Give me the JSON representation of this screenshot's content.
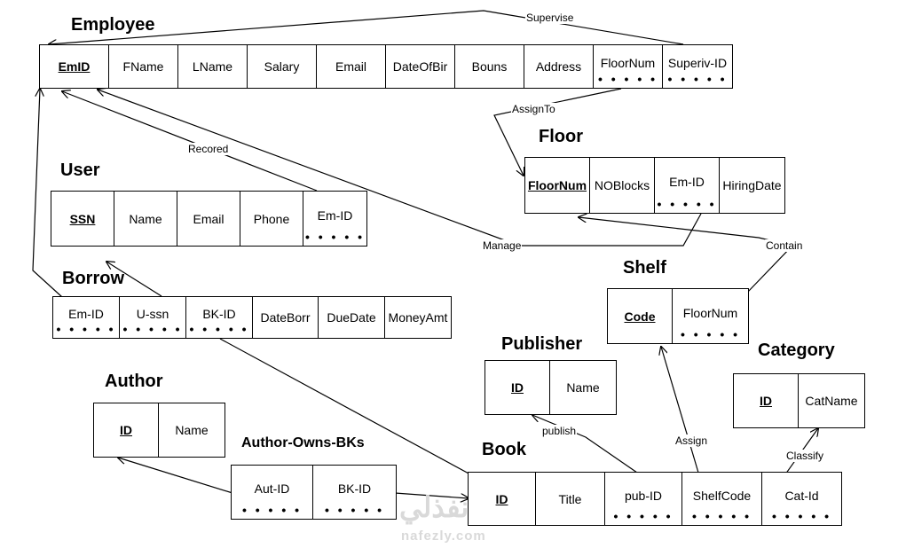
{
  "entities": {
    "employee": {
      "title": "Employee",
      "fields": [
        {
          "name": "EmID",
          "pk": true,
          "fk": false
        },
        {
          "name": "FName",
          "pk": false,
          "fk": false
        },
        {
          "name": "LName",
          "pk": false,
          "fk": false
        },
        {
          "name": "Salary",
          "pk": false,
          "fk": false
        },
        {
          "name": "Email",
          "pk": false,
          "fk": false
        },
        {
          "name": "DateOfBir",
          "pk": false,
          "fk": false
        },
        {
          "name": "Bouns",
          "pk": false,
          "fk": false
        },
        {
          "name": "Address",
          "pk": false,
          "fk": false
        },
        {
          "name": "FloorNum",
          "pk": false,
          "fk": true
        },
        {
          "name": "Superiv-ID",
          "pk": false,
          "fk": true
        }
      ]
    },
    "user": {
      "title": "User",
      "fields": [
        {
          "name": "SSN",
          "pk": true,
          "fk": false
        },
        {
          "name": "Name",
          "pk": false,
          "fk": false
        },
        {
          "name": "Email",
          "pk": false,
          "fk": false
        },
        {
          "name": "Phone",
          "pk": false,
          "fk": false
        },
        {
          "name": "Em-ID",
          "pk": false,
          "fk": true
        }
      ]
    },
    "borrow": {
      "title": "Borrow",
      "fields": [
        {
          "name": "Em-ID",
          "pk": false,
          "fk": true
        },
        {
          "name": "U-ssn",
          "pk": false,
          "fk": true
        },
        {
          "name": "BK-ID",
          "pk": false,
          "fk": true
        },
        {
          "name": "DateBorr",
          "pk": false,
          "fk": false
        },
        {
          "name": "DueDate",
          "pk": false,
          "fk": false
        },
        {
          "name": "MoneyAmt",
          "pk": false,
          "fk": false
        }
      ]
    },
    "floor": {
      "title": "Floor",
      "fields": [
        {
          "name": "FloorNum",
          "pk": true,
          "fk": false
        },
        {
          "name": "NOBlocks",
          "pk": false,
          "fk": false
        },
        {
          "name": "Em-ID",
          "pk": false,
          "fk": true
        },
        {
          "name": "HiringDate",
          "pk": false,
          "fk": false
        }
      ]
    },
    "shelf": {
      "title": "Shelf",
      "fields": [
        {
          "name": "Code",
          "pk": true,
          "fk": false
        },
        {
          "name": "FloorNum",
          "pk": false,
          "fk": true
        }
      ]
    },
    "publisher": {
      "title": "Publisher",
      "fields": [
        {
          "name": "ID",
          "pk": true,
          "fk": false
        },
        {
          "name": "Name",
          "pk": false,
          "fk": false
        }
      ]
    },
    "category": {
      "title": "Category",
      "fields": [
        {
          "name": "ID",
          "pk": true,
          "fk": false
        },
        {
          "name": "CatName",
          "pk": false,
          "fk": false
        }
      ]
    },
    "author": {
      "title": "Author",
      "fields": [
        {
          "name": "ID",
          "pk": true,
          "fk": false
        },
        {
          "name": "Name",
          "pk": false,
          "fk": false
        }
      ]
    },
    "author_owns_bks": {
      "title": "Author-Owns-BKs",
      "fields": [
        {
          "name": "Aut-ID",
          "pk": false,
          "fk": true
        },
        {
          "name": "BK-ID",
          "pk": false,
          "fk": true
        }
      ]
    },
    "book": {
      "title": "Book",
      "fields": [
        {
          "name": "ID",
          "pk": true,
          "fk": false
        },
        {
          "name": "Title",
          "pk": false,
          "fk": false
        },
        {
          "name": "pub-ID",
          "pk": false,
          "fk": true
        },
        {
          "name": "ShelfCode",
          "pk": false,
          "fk": true
        },
        {
          "name": "Cat-Id",
          "pk": false,
          "fk": true
        }
      ]
    }
  },
  "relationships": {
    "supervise": "Supervise",
    "assign_to": "AssignTo",
    "recored": "Recored",
    "manage": "Manage",
    "contain": "Contain",
    "publish": "publish",
    "assign": "Assign",
    "classify": "Classify"
  },
  "watermark": {
    "arabic": "نفذلي",
    "latin": "nafezly.com"
  },
  "fk_marker": "• • • • •"
}
